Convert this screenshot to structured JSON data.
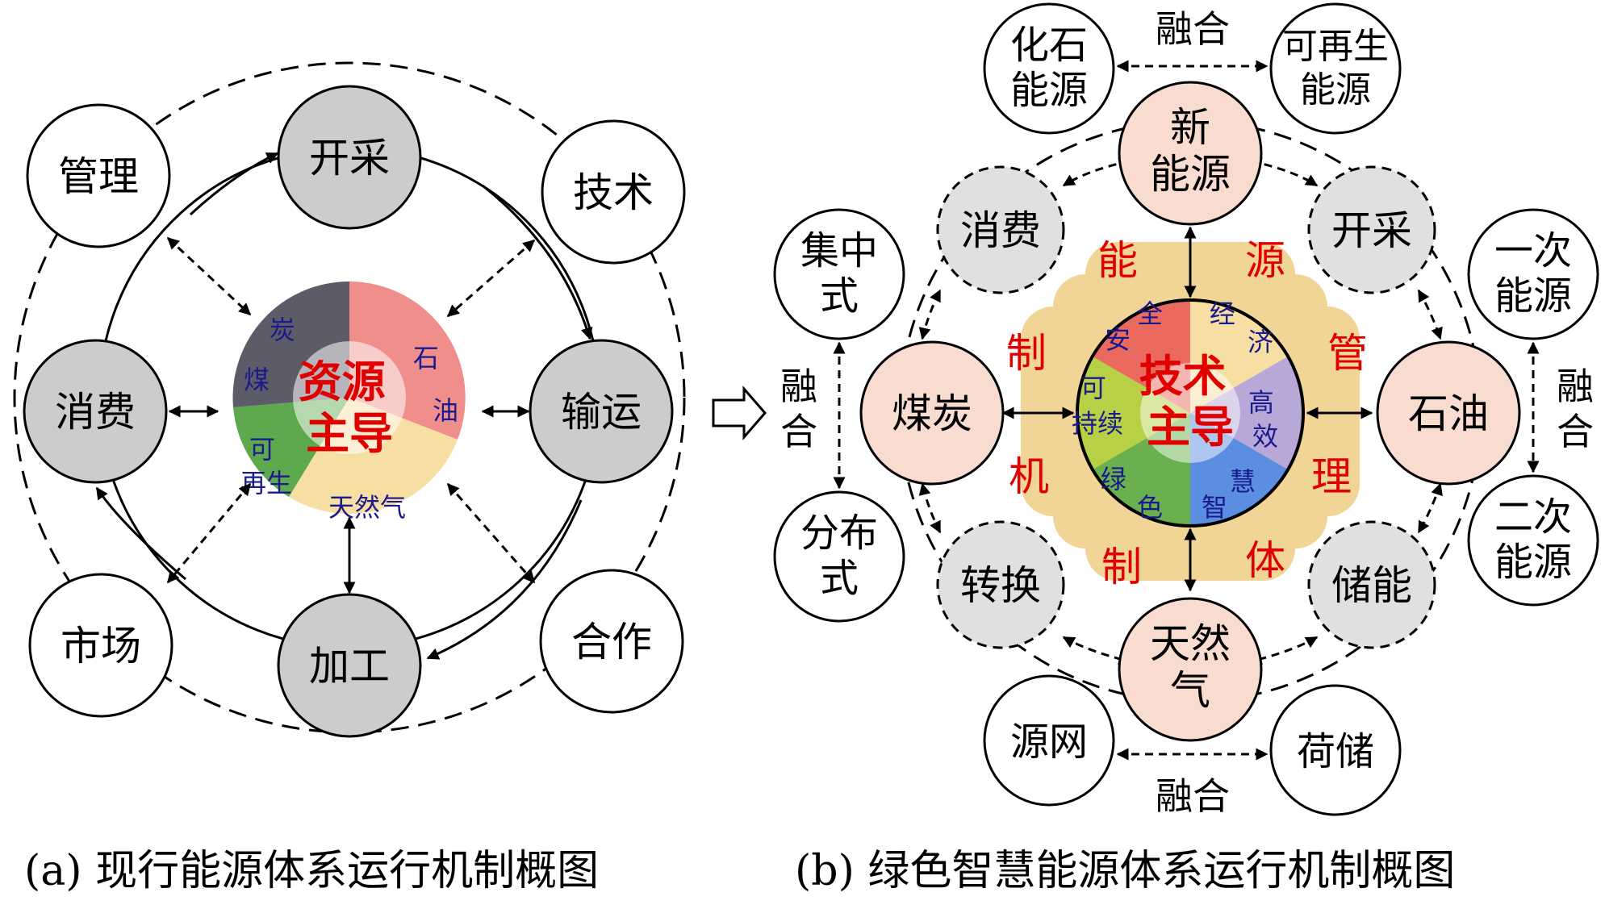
{
  "panel_a": {
    "caption": "(a) 现行能源体系运行机制概图",
    "center": {
      "title_line1": "资源",
      "title_line2": "主导"
    },
    "pie_labels": {
      "coal": [
        "炭",
        "煤"
      ],
      "oil": [
        "石",
        "油"
      ],
      "gas": "天然气",
      "renewable": [
        "可",
        "再生"
      ]
    },
    "process_nodes": {
      "top": "开采",
      "right": "输运",
      "bottom": "加工",
      "left": "消费"
    },
    "outer_nodes": {
      "top_left": "管理",
      "top_right": "技术",
      "bottom_right": "合作",
      "bottom_left": "市场"
    }
  },
  "panel_b": {
    "caption": "(b) 绿色智慧能源体系运行机制概图",
    "center": {
      "title_line1": "技术",
      "title_line2": "主导"
    },
    "pie_labels": {
      "safe": [
        "全",
        "安"
      ],
      "economic": [
        "经",
        "济"
      ],
      "efficient": [
        "高",
        "效"
      ],
      "smart": [
        "慧",
        "智"
      ],
      "green": [
        "绿",
        "色"
      ],
      "sustainable": [
        "可",
        "持续"
      ]
    },
    "ring_words": {
      "top_left": "能",
      "top_right": "源",
      "right_top": "管",
      "right_bottom": "理",
      "left_top": "制",
      "left_bottom": "机",
      "bottom_left": "制",
      "bottom_right": "体"
    },
    "source_nodes": {
      "top": "新能源",
      "right": "石油",
      "bottom": "天然气",
      "left": "煤炭"
    },
    "process_nodes": {
      "top_right": "开采",
      "bottom_right": "储能",
      "bottom_left": "转换",
      "top_left": "消费"
    },
    "outer_nodes": {
      "fossil": "化石能源",
      "renewable": "可再生能源",
      "primary": "一次能源",
      "secondary": "二次能源",
      "load_storage": "荷储",
      "source_grid": "源网",
      "distributed": "分布式",
      "centralized": "集中式"
    },
    "fusion_labels": {
      "top": "融合",
      "bottom": "融合",
      "left": "融合",
      "right": "融合"
    }
  },
  "colors": {
    "grey_node": "#cccccc",
    "light_grey_node": "#e0e0e0",
    "peach_node": "#f8dcd0",
    "red_text": "#e00000",
    "navy_text": "#1a1a8c",
    "gold_ring": "#f0d596"
  }
}
